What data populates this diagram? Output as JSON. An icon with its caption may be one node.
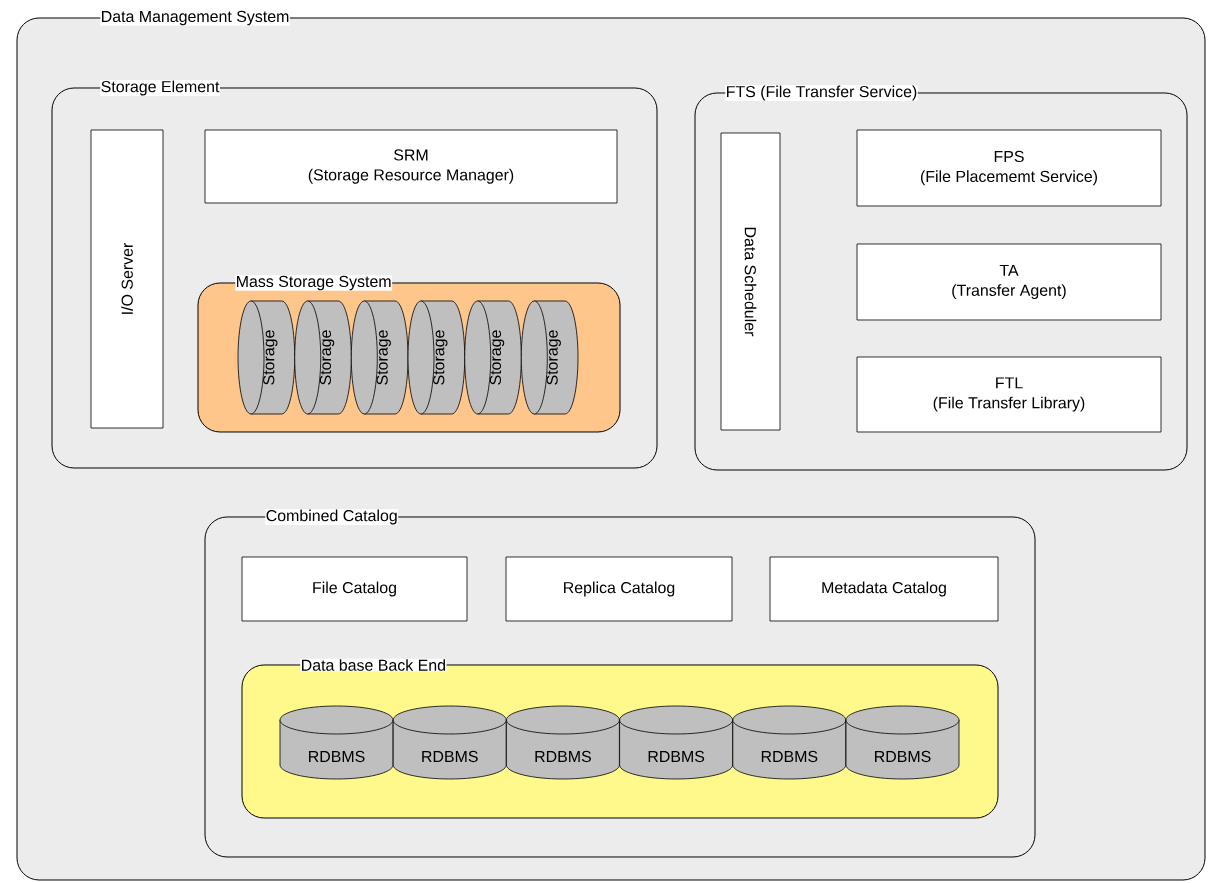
{
  "diagram": {
    "nodes": [
      {
        "text": [
          "Data Management System"
        ]
      },
      {
        "text": [
          "Storage Element"
        ],
        "in": 0
      },
      {
        "text": [
          "I/O Server"
        ],
        "in": 1
      },
      {
        "text": [
          "SRM",
          "(Storage Resource Manager)"
        ],
        "in": 1
      },
      {
        "text": [
          "Mass Storage System"
        ],
        "in": 1
      },
      {
        "text": [
          "Storage"
        ],
        "in": 4
      },
      {
        "text": [
          "Storage"
        ],
        "in": 4
      },
      {
        "text": [
          "Storage"
        ],
        "in": 4
      },
      {
        "text": [
          "Storage"
        ],
        "in": 4
      },
      {
        "text": [
          "Storage"
        ],
        "in": 4
      },
      {
        "text": [
          "Storage"
        ],
        "in": 4
      },
      {
        "text": [
          "FTS (File Transfer Service)"
        ],
        "in": 0
      },
      {
        "text": [
          "Data Scheduler"
        ],
        "in": 11
      },
      {
        "text": [
          "FPS",
          "(File Placememt Service)"
        ],
        "in": 11
      },
      {
        "text": [
          "TA",
          "(Transfer Agent)"
        ],
        "in": 11
      },
      {
        "text": [
          "FTL",
          "(File Transfer Library)"
        ],
        "in": 11
      },
      {
        "text": [
          "Combined Catalog"
        ],
        "in": 0
      },
      {
        "text": [
          "File Catalog"
        ],
        "in": 16
      },
      {
        "text": [
          "Replica Catalog"
        ],
        "in": 16
      },
      {
        "text": [
          "Metadata Catalog"
        ],
        "in": 16
      },
      {
        "text": [
          "Data base Back End"
        ],
        "in": 16
      },
      {
        "text": [
          "RDBMS"
        ],
        "in": 20
      },
      {
        "text": [
          "RDBMS"
        ],
        "in": 20
      },
      {
        "text": [
          "RDBMS"
        ],
        "in": 20
      },
      {
        "text": [
          "RDBMS"
        ],
        "in": 20
      },
      {
        "text": [
          "RDBMS"
        ],
        "in": 20
      },
      {
        "text": [
          "RDBMS"
        ],
        "in": 20
      }
    ]
  }
}
